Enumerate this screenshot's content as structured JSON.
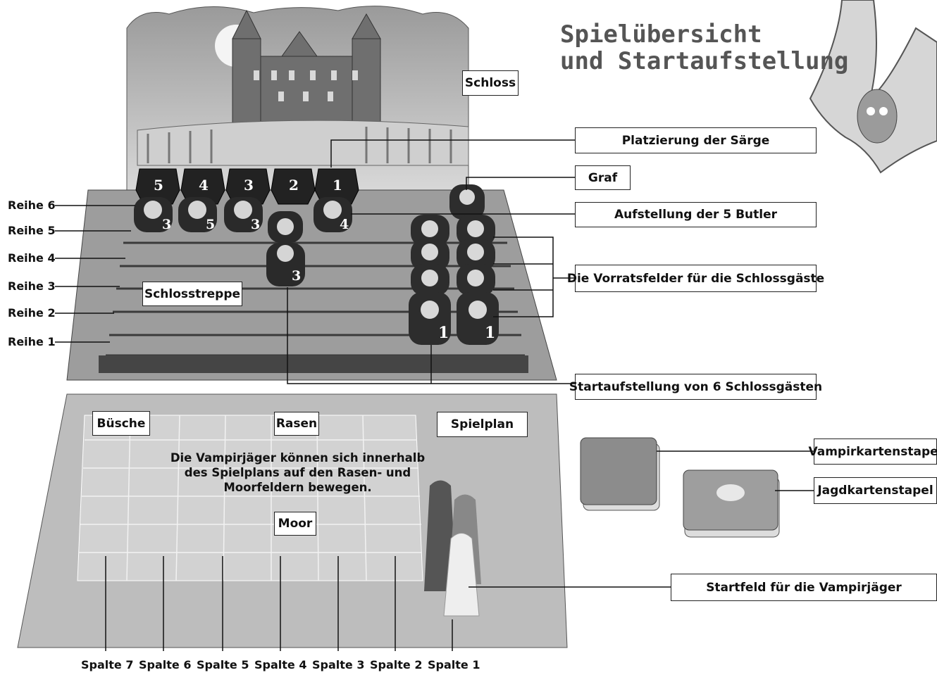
{
  "title": {
    "line1": "Spielübersicht",
    "line2": "und Startaufstellung"
  },
  "labels": {
    "schloss": "Schloss",
    "saerge": "Platzierung der Särge",
    "graf": "Graf",
    "butler": "Aufstellung der 5 Butler",
    "vorrat": "Die Vorratsfelder für die Schlossgäste",
    "schlosstreppe": "Schlosstreppe",
    "startaufstellung": "Startaufstellung von 6 Schlossgästen",
    "buesche": "Büsche",
    "rasen": "Rasen",
    "spielplan": "Spielplan",
    "moor": "Moor",
    "vampirkarten": "Vampirkartenstapel",
    "jagdkarten": "Jagdkartenstapel",
    "startfeld": "Startfeld für die Vampirjäger"
  },
  "note": "Die Vampirjäger können sich innerhalb des Spielplans auf den Rasen- und Moorfeldern bewegen.",
  "rows": [
    "Reihe 6",
    "Reihe 5",
    "Reihe 4",
    "Reihe 3",
    "Reihe 2",
    "Reihe 1"
  ],
  "columns": [
    "Spalte 7",
    "Spalte 6",
    "Spalte 5",
    "Spalte 4",
    "Spalte 3",
    "Spalte 2",
    "Spalte 1"
  ],
  "coffin_numbers": [
    "5",
    "4",
    "3",
    "2",
    "1"
  ],
  "butler_numbers": [
    "3",
    "5",
    "3",
    "4"
  ],
  "guest_numbers": [
    "3",
    "1",
    "1"
  ]
}
